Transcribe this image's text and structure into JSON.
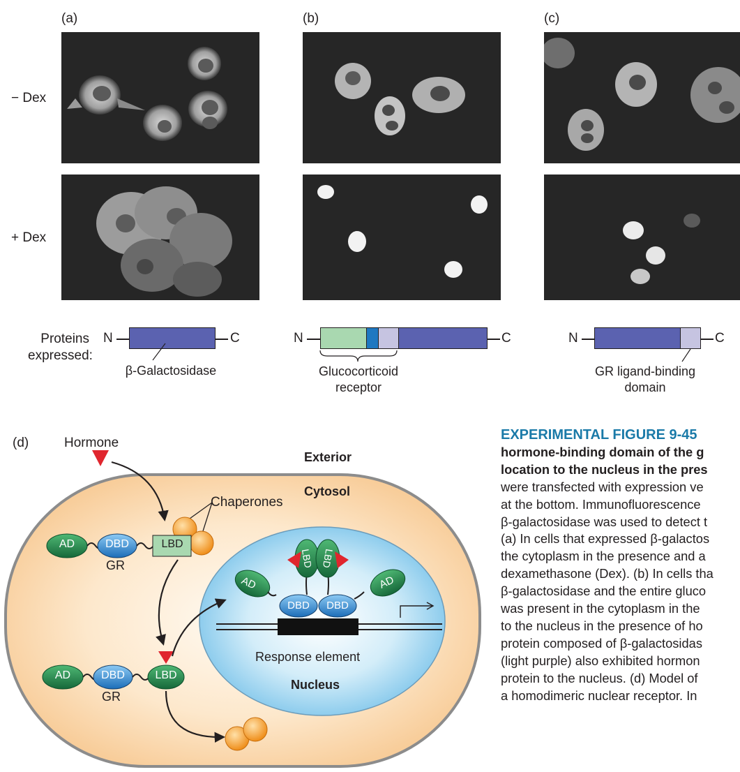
{
  "panels": {
    "a": "(a)",
    "b": "(b)",
    "c": "(c)",
    "d": "(d)"
  },
  "rows": {
    "minus_dex": "− Dex",
    "plus_dex": "+ Dex"
  },
  "proteins_label_line1": "Proteins",
  "proteins_label_line2": "expressed:",
  "constructs": {
    "n": "N",
    "c": "C",
    "a_label": "β-Galactosidase",
    "b_label_line1": "Glucocorticoid",
    "b_label_line2": "receptor",
    "c_label_line1": "GR ligand-binding",
    "c_label_line2": "domain"
  },
  "diagram": {
    "hormone": "Hormone",
    "exterior": "Exterior",
    "cytosol": "Cytosol",
    "chaperones": "Chaperones",
    "ad": "AD",
    "dbd": "DBD",
    "lbd": "LBD",
    "gr": "GR",
    "response_element": "Response element",
    "nucleus": "Nucleus"
  },
  "colors": {
    "beta_gal": "#5b62b0",
    "gr_nterm": "#a9d8b0",
    "gr_dbd": "#1f78c1",
    "gr_lbd": "#c6c4e1",
    "caption_title": "#1a7aa8",
    "cell_fill": "#fde6c8",
    "nucleus_fill": "#bfe4f6",
    "ad_green": "#1f8a4a",
    "dbd_blue": "#2a7fc8",
    "hormone_red": "#e0262e",
    "chaperone_orange": "#f6a12c"
  },
  "caption": {
    "title": "EXPERIMENTAL FIGURE 9-45",
    "bold_line1": "hormone-binding domain of the g",
    "bold_line2": "location to the nucleus in the pres",
    "lines": [
      "were transfected with expression ve",
      "at the bottom. Immunofluorescence",
      "β-galactosidase was used to detect t",
      "(a) In cells that expressed β-galactos",
      "the cytoplasm in the presence and a",
      "dexamethasone (Dex). (b) In cells tha",
      "β-galactosidase and the entire gluco",
      "was present in the cytoplasm in the",
      "to the nucleus in the presence of ho",
      "protein composed of β-galactosidas",
      "(light purple) also exhibited hormon",
      "protein to the nucleus. (d) Model of",
      "a homodimeric nuclear receptor. In"
    ]
  }
}
